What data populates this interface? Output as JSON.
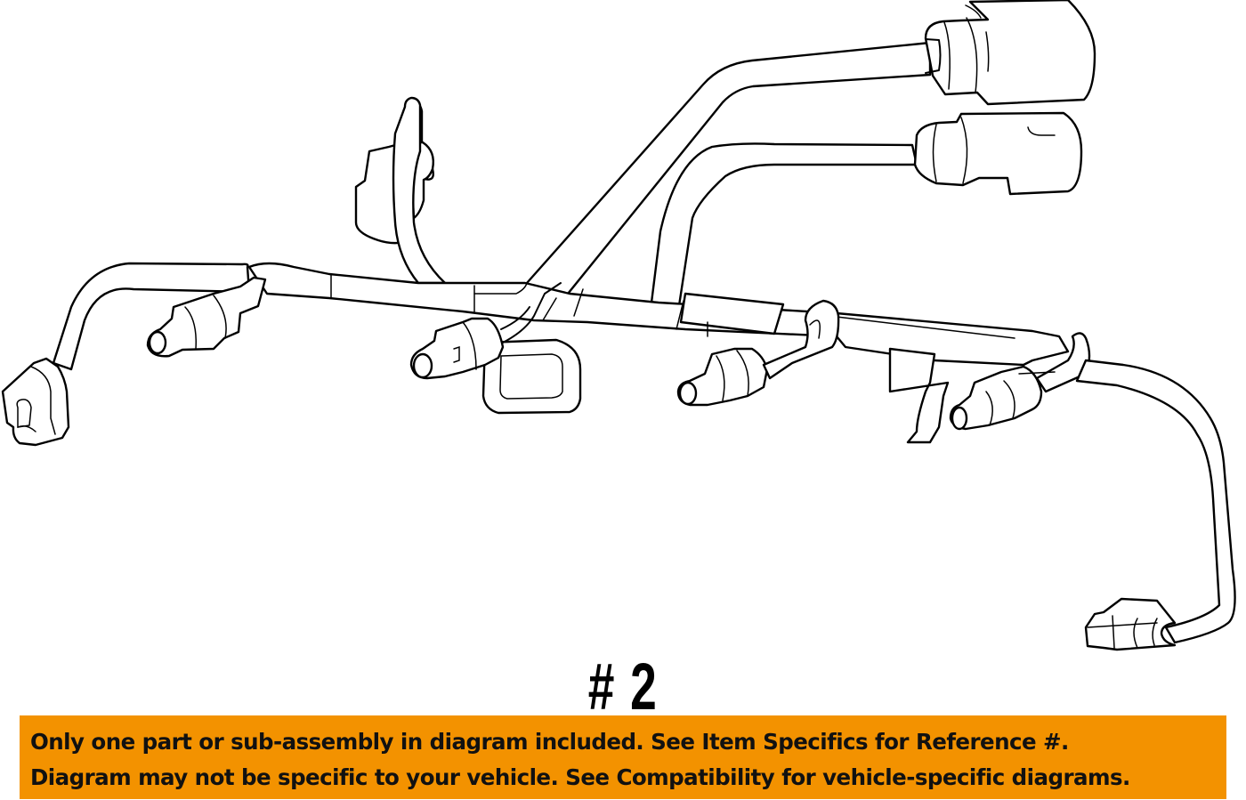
{
  "diagram": {
    "subject": "wiring harness line drawing",
    "components": [
      {
        "name": "upper-right-connector-large",
        "icon": "cylinder-connector"
      },
      {
        "name": "upper-right-connector-small",
        "icon": "cylinder-connector"
      },
      {
        "name": "top-center-clip-connector",
        "icon": "clip-connector"
      },
      {
        "name": "left-end-connector",
        "icon": "block-connector"
      },
      {
        "name": "injector-connector-1",
        "icon": "plug-connector"
      },
      {
        "name": "injector-connector-2",
        "icon": "plug-connector"
      },
      {
        "name": "injector-connector-3",
        "icon": "plug-connector"
      },
      {
        "name": "injector-connector-4",
        "icon": "plug-connector"
      },
      {
        "name": "lower-right-end-connector",
        "icon": "plug-connector"
      },
      {
        "name": "mounting-bracket",
        "icon": "bracket"
      }
    ],
    "line_color": "#000000",
    "background_color": "#ffffff"
  },
  "reference_label": "# 2",
  "banner": {
    "background_color": "#F39200",
    "text_color": "#111111",
    "lines": [
      "Only one part or sub-assembly in diagram included. See Item Specifics for Reference #.",
      "Diagram may not be specific to your vehicle. See Compatibility for vehicle-specific diagrams."
    ]
  }
}
